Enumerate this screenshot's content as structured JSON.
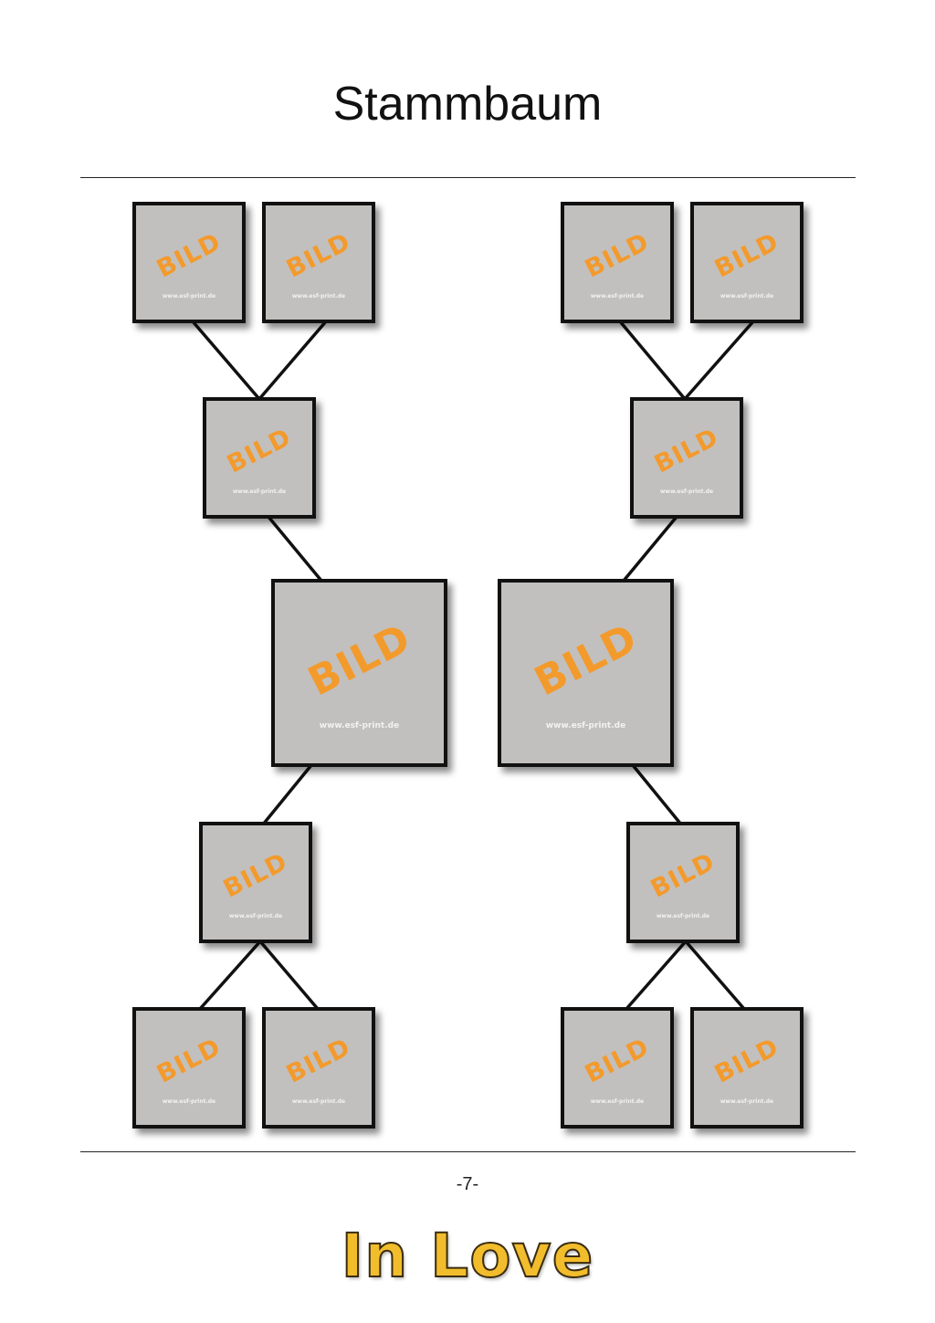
{
  "page": {
    "title": "Stammbaum",
    "page_number": "-7-",
    "brand": "In Love"
  },
  "photo_placeholder": {
    "word": "BILD",
    "url": "www.esf-print.de",
    "word_color": "#f39a2c",
    "frame_fill": "#c2c0be",
    "frame_border": "#111111"
  },
  "colors": {
    "brand_text": "#f2bd2c",
    "rule": "#222222"
  }
}
